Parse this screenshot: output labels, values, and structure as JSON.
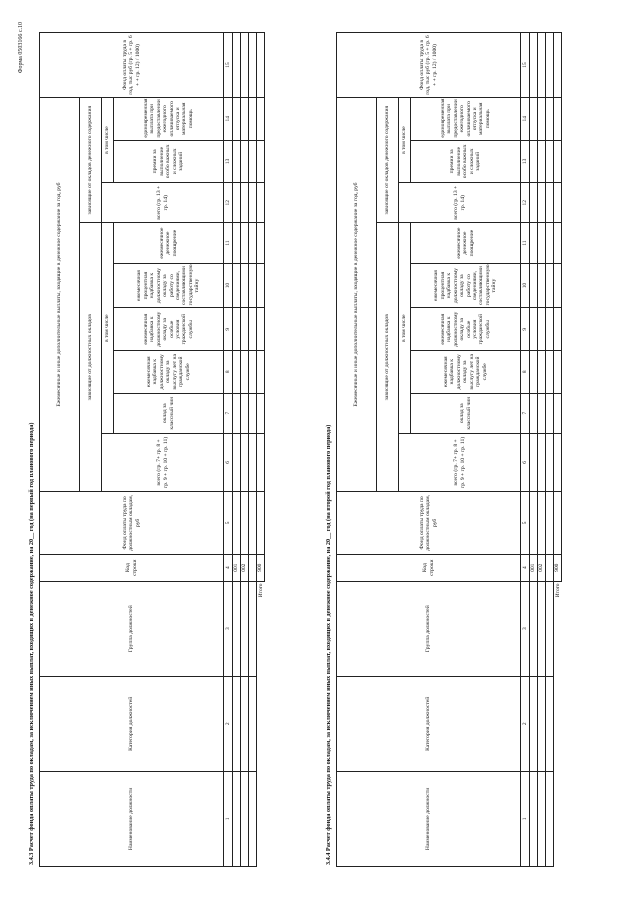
{
  "form_code": "Форма 0503166 с.10",
  "headers": {
    "name": "Наименование должности",
    "category": "Категория должностей",
    "group": "Группа должностей",
    "code": "Код строки",
    "fund_salary": "Фонд оплаты труда по должностным окладам, руб",
    "fund_total": "Фонд оплаты труда в год, тыс руб (гр. 5 + гр. 6 + + гр. 12) / 1000)",
    "dependent": "зависящие от должностных окладов",
    "dependent_fixed": "зависящие от окладов денежного содержания",
    "vsego_1": "всего (гр. 7+ гр. 8 + гр. 9 + гр. 10 + гр. 11)",
    "vsego_2": "всего (гр. 13 + гр. 14)",
    "v_tom_chisle": "в том числе",
    "c7": "оклад за классный чин",
    "c8": "ежемесячная надбавка к должностному окладу за выслугу лет на гражданской службе",
    "c9": "ежемесячная надбавка к должностному окладу за особые условия гражданской службы",
    "c10": "ежемесячная процентная надбавка к должностному окладу за работу со сведениями, составляющими государственную тайну",
    "c11": "ежемесячное денежное поощрение",
    "c13": "премии за выполнение особо важных и сложных заданий",
    "c14": "единовременная выплата при предоставлении ежегодного оплачиваемого отпуска и материальная помощь"
  },
  "col_numbers": [
    "1",
    "2",
    "3",
    "4",
    "5",
    "6",
    "7",
    "8",
    "9",
    "10",
    "11",
    "12",
    "13",
    "14",
    "15"
  ],
  "row_codes": [
    "001",
    "002"
  ],
  "total": {
    "label": "Итого",
    "code": "900"
  },
  "sections": [
    {
      "title": "3.4.3 Расчет фонда оплаты труда по окладам, за исключением иных выплат, входящих в денежное содержание, на 20__ год (на первый год планового периода)",
      "extra_header": "Ежемесячные и иные дополнительные выплаты, входящие в денежное содержание за год, руб"
    },
    {
      "title": "3.4.4 Расчет фонда оплаты труда по окладам, за исключением иных выплат, входящих в денежное содержание, на 20__ год (на второй год планового периода)",
      "extra_header": "Ежемесячные и иные дополнительные выплаты, входящие в денежное содержание за год, руб"
    }
  ]
}
